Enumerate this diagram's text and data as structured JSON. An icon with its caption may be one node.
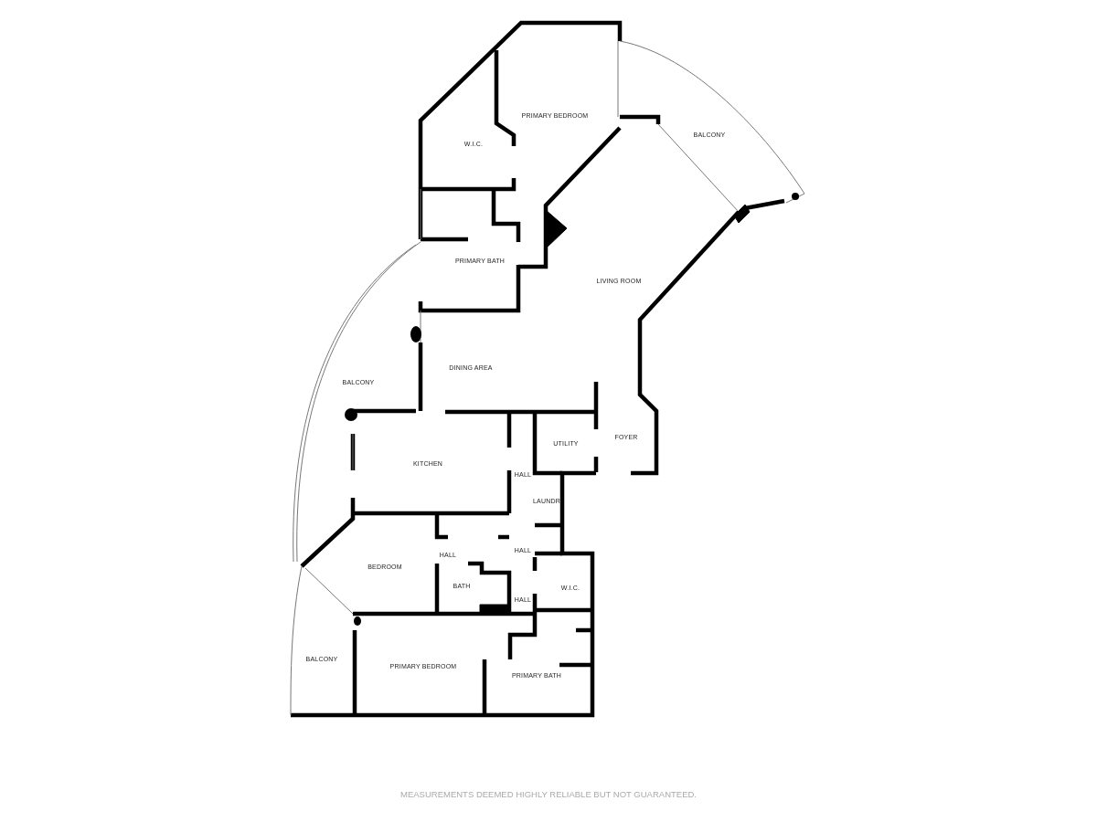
{
  "diagram": {
    "labels": [
      "PRIMARY BEDROOM",
      "BALCONY",
      "W.I.C.",
      "PRIMARY BATH",
      "LIVING ROOM",
      "DINING AREA",
      "BALCONY",
      "UTILITY",
      "FOYER",
      "KITCHEN",
      "HALL",
      "LAUNDR",
      "HALL",
      "HALL",
      "BEDROOM",
      "BATH",
      "W.I.C.",
      "HALL",
      "BALCONY",
      "PRIMARY BEDROOM",
      "PRIMARY BATH",
      "MEASUREMENTS DEEMED HIGHLY RELIABLE BUT NOT GUARANTEED."
    ]
  }
}
